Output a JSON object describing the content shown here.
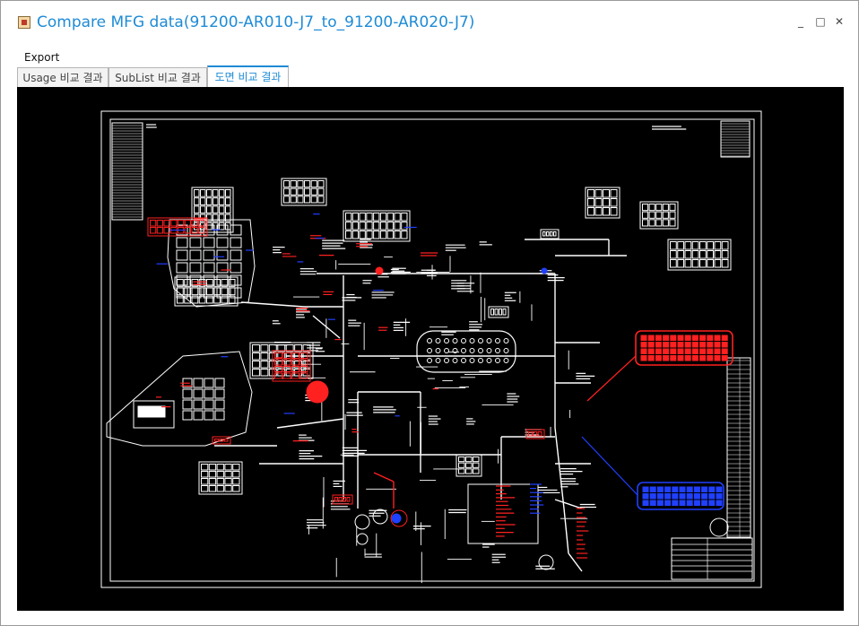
{
  "window": {
    "title": "Compare MFG data(91200-AR010-J7_to_91200-AR020-J7)",
    "controls": [
      "_",
      "□",
      "✕"
    ]
  },
  "menu": {
    "export_label": "Export"
  },
  "tabs": [
    {
      "label": "Usage 비교 결과",
      "active": false
    },
    {
      "label": "SubList 비교 결과",
      "active": false
    },
    {
      "label": "도면 비교 결과",
      "active": true
    }
  ],
  "drawing": {
    "background": "#000000",
    "line_color": "#ffffff",
    "removed_color": "#ff2020",
    "added_color": "#2040ff"
  }
}
